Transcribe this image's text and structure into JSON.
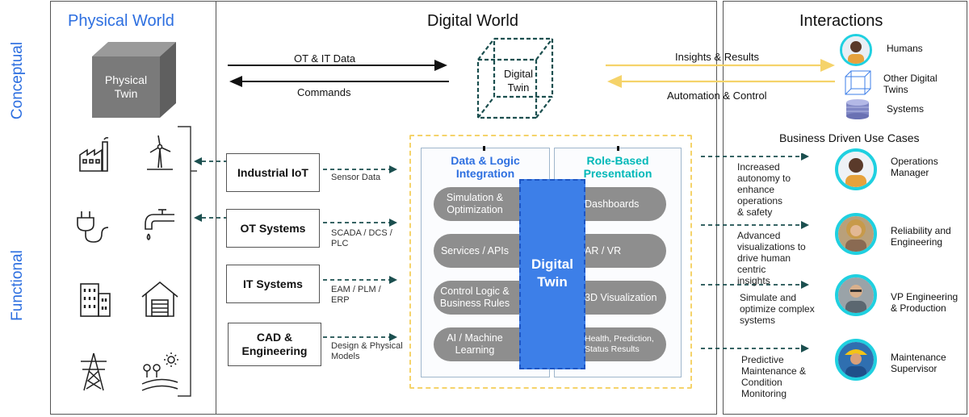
{
  "sections": {
    "physical_world": "Physical World",
    "digital_world": "Digital World",
    "interactions": "Interactions",
    "conceptual": "Conceptual",
    "functional": "Functional"
  },
  "conceptual": {
    "physical_twin": [
      "Physical",
      "Twin"
    ],
    "digital_twin": [
      "Digital",
      "Twin"
    ],
    "ot_it_data": "OT & IT Data",
    "commands": "Commands",
    "insights_results": "Insights & Results",
    "automation_control": "Automation & Control",
    "actors": [
      {
        "label": "Humans",
        "icon": "person-icon"
      },
      {
        "label_lines": [
          "Other Digital",
          "Twins"
        ],
        "icon": "cube-icon"
      },
      {
        "label": "Systems",
        "icon": "database-icon"
      }
    ]
  },
  "sources": [
    {
      "label": "Industrial IoT",
      "detail": [
        "Sensor Data"
      ]
    },
    {
      "label": "OT Systems",
      "detail": [
        "SCADA / DCS /",
        "PLC"
      ]
    },
    {
      "label": "IT Systems",
      "detail": [
        "EAM / PLM /",
        "ERP"
      ]
    },
    {
      "label_lines": [
        "CAD &",
        "Engineering"
      ],
      "detail": [
        "Design & Physical",
        "Models"
      ]
    }
  ],
  "physical_icons": [
    "factory-icon",
    "wind-turbine-icon",
    "plug-icon",
    "faucet-icon",
    "building-icon",
    "house-icon",
    "power-tower-icon",
    "farm-sun-icon"
  ],
  "core": {
    "left_header": [
      "Data & Logic",
      "Integration"
    ],
    "right_header": [
      "Role-Based",
      "Presentation"
    ],
    "center": [
      "Digital",
      "Twin"
    ],
    "left_items": [
      [
        "Simulation &",
        "Optimization"
      ],
      [
        "Services / APIs"
      ],
      [
        "Control Logic &",
        "Business Rules"
      ],
      [
        "AI / Machine",
        "Learning"
      ]
    ],
    "right_items": [
      [
        "Dashboards"
      ],
      [
        "AR / VR"
      ],
      [
        "3D Visualization"
      ],
      [
        "Health, Prediction,",
        "Status Results"
      ]
    ]
  },
  "use_cases": {
    "title": "Business Driven Use Cases",
    "items": [
      {
        "text": [
          "Increased",
          "autonomy to",
          "enhance operations",
          "& safety"
        ],
        "role": [
          "Operations",
          "Manager"
        ]
      },
      {
        "text": [
          "Advanced",
          "visualizations to",
          "drive human centric",
          "insights"
        ],
        "role": [
          "Reliability and",
          "Engineering"
        ]
      },
      {
        "text": [
          "Simulate and",
          "optimize complex",
          "systems"
        ],
        "role": [
          "VP Engineering",
          "& Production"
        ]
      },
      {
        "text": [
          "Predictive",
          "Maintenance &",
          "Condition",
          "Monitoring"
        ],
        "role": [
          "Maintenance",
          "Supervisor"
        ]
      }
    ]
  },
  "colors": {
    "accent_blue": "#2d6fe0",
    "core_blue": "#3d7fe8",
    "teal": "#00b8b8",
    "dark_teal": "#1b4f4f",
    "gold": "#f5d36a",
    "pill_gray": "#8e8e8e",
    "avatar_ring": "#1fd0e0"
  }
}
